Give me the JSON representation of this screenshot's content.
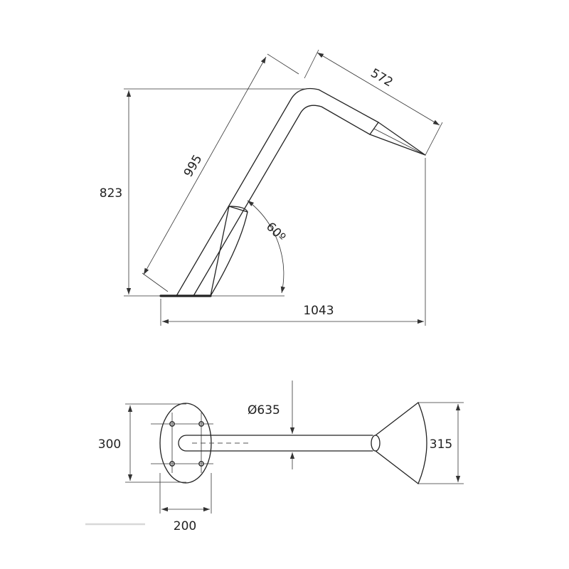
{
  "side_view": {
    "dimensions": {
      "arm_length": "572",
      "post_length": "995",
      "height": "823",
      "angle": "60º",
      "width": "1043"
    }
  },
  "top_view": {
    "dimensions": {
      "diameter": "Ø635",
      "base_height": "300",
      "nozzle_height": "315",
      "base_width": "200"
    }
  }
}
